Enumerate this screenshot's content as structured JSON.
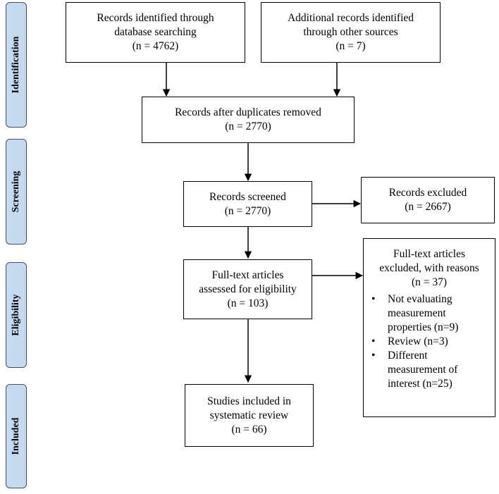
{
  "stages": [
    {
      "id": "identification",
      "label": "Identification"
    },
    {
      "id": "screening",
      "label": "Screening"
    },
    {
      "id": "eligibility",
      "label": "Eligibility"
    },
    {
      "id": "included",
      "label": "Included"
    }
  ],
  "boxes": {
    "database": {
      "lines": [
        "Records identified through",
        "database searching",
        "(n = 4762)"
      ]
    },
    "other": {
      "lines": [
        "Additional records identified",
        "through other sources",
        "(n = 7)"
      ]
    },
    "dedup": {
      "lines": [
        "Records after duplicates removed",
        "(n = 2770)"
      ]
    },
    "screened": {
      "lines": [
        "Records screened",
        "(n = 2770)"
      ]
    },
    "excluded": {
      "lines": [
        "Records excluded",
        "(n = 2667)"
      ]
    },
    "fulltext": {
      "lines": [
        "Full-text articles",
        "assessed for eligibility",
        "(n = 103)"
      ]
    },
    "included": {
      "lines": [
        "Studies included in",
        "systematic review",
        "(n = 66)"
      ]
    }
  },
  "fulltext_excluded": {
    "lines": [
      "Full-text articles",
      "excluded, with reasons",
      "(n = 37)"
    ],
    "reasons": [
      [
        "Not evaluating",
        "measurement",
        "properties (n=9)"
      ],
      [
        "Review (n=3)"
      ],
      [
        "Different",
        "measurement of",
        "interest (n=25)"
      ]
    ]
  },
  "colors": {
    "stage_fill": "#c5d9f1",
    "stage_border": "#4a4f58",
    "line": "#000000"
  }
}
